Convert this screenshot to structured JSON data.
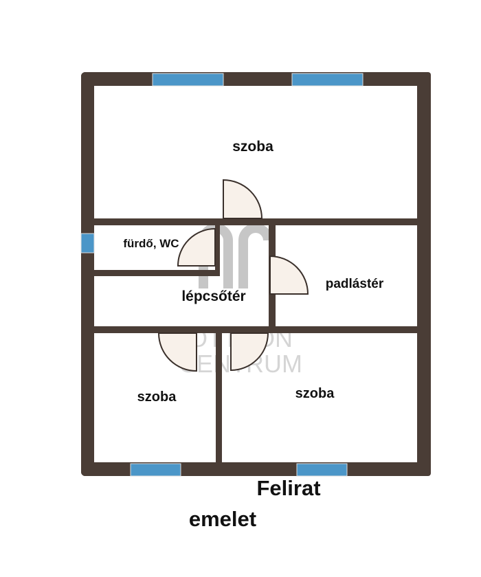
{
  "colors": {
    "wall": "#4a3d36",
    "window": "#4b96c8",
    "door_fill": "#f8f1ea"
  },
  "rooms": [
    {
      "label": "szoba"
    },
    {
      "label": "fürdő, WC"
    },
    {
      "label": "lépcsőtér"
    },
    {
      "label": "padlástér"
    },
    {
      "label": "szoba"
    },
    {
      "label": "szoba"
    }
  ],
  "caption": {
    "title": "Felirat",
    "floor": "emelet"
  },
  "watermark": {
    "line1": "OTTHON",
    "line2": "CENTRUM"
  }
}
